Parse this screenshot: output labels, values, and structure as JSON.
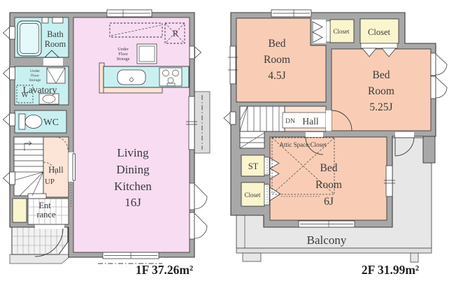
{
  "title": "House floor plan 1F / 2F",
  "colors": {
    "wall": "#a8a8a8",
    "ldk": "#f8dcf2",
    "bedroom": "#f9cdb5",
    "wet": "#c9f0f1",
    "closet": "#faf5cd",
    "hallway": "#fce4d7",
    "balcony": "#e7e7e7",
    "outside": "#dcdcdc",
    "tub": "#e4f9f9",
    "counter_edge": "#fbe3d6",
    "tile": "#f2f2f2"
  },
  "floor1": {
    "area_label": "1F 37.26m²",
    "bath": {
      "l1": "Bath",
      "l2": "Room"
    },
    "lavatory": {
      "label": "Lavatory",
      "ufs_l1": "Under",
      "ufs_l2": "Floor",
      "ufs_l3": "Storage",
      "washer": "W"
    },
    "wc": {
      "label": "WC"
    },
    "hall": {
      "label": "Hall",
      "up": "UP"
    },
    "entrance": {
      "l1": "Ent",
      "l2": "rance"
    },
    "ldk": {
      "l1": "Living",
      "l2": "Dining",
      "l3": "Kitchen",
      "l4": "16J",
      "ufs_l1": "Under",
      "ufs_l2": "Floor",
      "ufs_l3": "Storage",
      "fridge": "R"
    }
  },
  "floor2": {
    "area_label": "2F 31.99m²",
    "bedroom1": {
      "l1": "Bed",
      "l2": "Room",
      "l3": "4.5J"
    },
    "bedroom2": {
      "l1": "Bed",
      "l2": "Room",
      "l3": "5.25J"
    },
    "bedroom3": {
      "l1": "Bed",
      "l2": "Room",
      "l3": "6J"
    },
    "closet1": {
      "label": "Closet"
    },
    "closet2": {
      "label": "Closet"
    },
    "closet3": {
      "label": "Closet"
    },
    "st": {
      "label": "ST"
    },
    "hall": {
      "dn": "DN",
      "label": "Hall"
    },
    "attic": {
      "label": "Attic Space:Closet"
    },
    "balcony": {
      "label": "Balcony"
    }
  }
}
